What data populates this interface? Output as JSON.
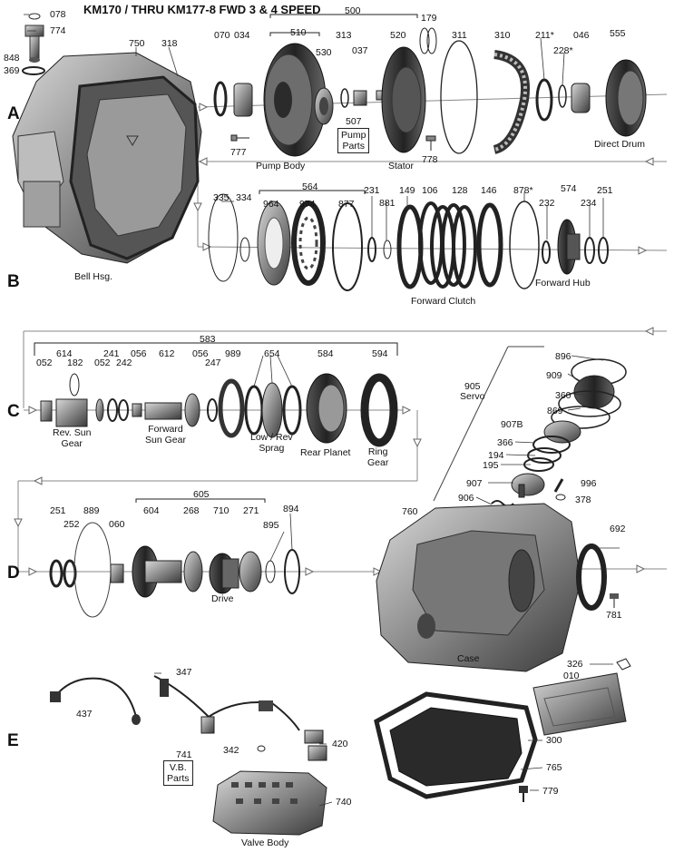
{
  "title": "KM170 / THRU KM177-8   FWD 3 & 4 SPEED",
  "sections": [
    "A",
    "B",
    "C",
    "D",
    "E"
  ],
  "part_numbers": [
    "078",
    "774",
    "848",
    "369",
    "750",
    "318",
    "070",
    "034",
    "500",
    "510",
    "530",
    "313",
    "037",
    "520",
    "179",
    "311",
    "310",
    "211*",
    "228*",
    "046",
    "555",
    "507",
    "777",
    "778",
    "335",
    "334",
    "564",
    "964",
    "974",
    "877",
    "231",
    "881",
    "149",
    "106",
    "128",
    "146",
    "878*",
    "574",
    "232",
    "234",
    "251",
    "583",
    "052",
    "614",
    "182",
    "241",
    "052",
    "242",
    "056",
    "612",
    "056",
    "247",
    "989",
    "654",
    "584",
    "594",
    "896",
    "909",
    "360",
    "905",
    "869",
    "907B",
    "366",
    "194",
    "195",
    "907",
    "996",
    "378",
    "906",
    "605",
    "251",
    "889",
    "252",
    "060",
    "604",
    "268",
    "710",
    "271",
    "895",
    "894",
    "760",
    "692",
    "781",
    "347",
    "437",
    "741",
    "342",
    "420",
    "740",
    "010",
    "326",
    "300",
    "765",
    "779"
  ],
  "labels": {
    "pump_body": "Pump Body",
    "pump_parts": "Pump\nParts",
    "stator": "Stator",
    "direct_drum": "Direct Drum",
    "bell_hsg": "Bell Hsg.",
    "forward_clutch": "Forward Clutch",
    "forward_hub": "Forward Hub",
    "rev_sun_gear": "Rev. Sun\nGear",
    "forward_sun_gear": "Forward\nSun Gear",
    "low_rev_sprag": "Low / Rev\nSprag",
    "rear_planet": "Rear Planet",
    "ring_gear": "Ring\nGear",
    "servo": "Servo",
    "drive": "Drive",
    "case": "Case",
    "vb_parts": "V.B.\nParts",
    "valve_body": "Valve Body"
  }
}
